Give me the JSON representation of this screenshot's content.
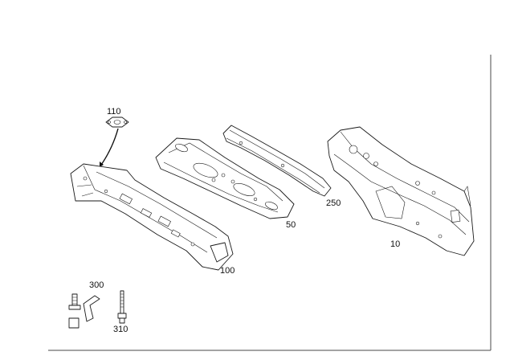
{
  "callouts": {
    "c110": "110",
    "c250": "250",
    "c50": "50",
    "c10": "10",
    "c100": "100",
    "c300": "300",
    "c310": "310"
  },
  "colors": {
    "line": "#1a1a1a",
    "background": "#ffffff",
    "frame": "#4a4a4a"
  }
}
